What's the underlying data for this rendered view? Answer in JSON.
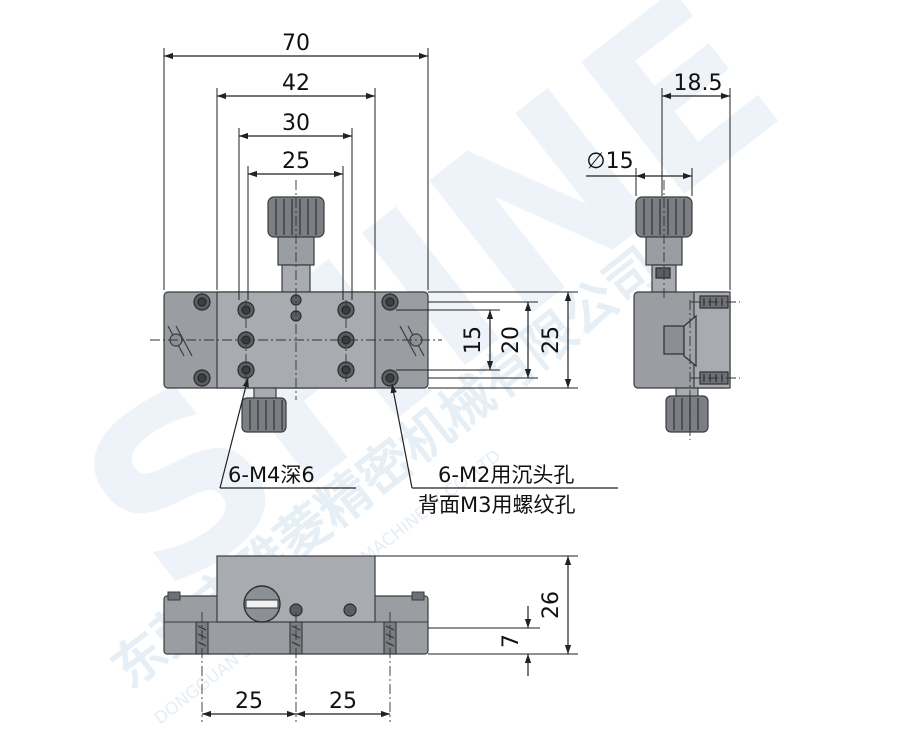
{
  "dimensions": {
    "top_width_70": "70",
    "top_width_42": "42",
    "top_width_30": "30",
    "top_width_25": "25",
    "height_15": "15",
    "height_20": "20",
    "height_25": "25",
    "side_18_5": "18.5",
    "side_dia_15": "∅15",
    "front_height_26": "26",
    "front_height_7": "7",
    "front_pitch_left": "25",
    "front_pitch_right": "25"
  },
  "notes": {
    "note_m4": "6-M4深6",
    "note_m2_line1": "6-M2用沉头孔",
    "note_m2_line2": "背面M3用螺纹孔"
  },
  "watermark": {
    "company_cn": "东莞市雅菱精密机械有限公司",
    "company_en": "DONGGUAN SHINE PRECISION MACHINERY CO.,LTD",
    "logo_letters": "SHINE"
  },
  "colors": {
    "part_body": "#9a9da1",
    "part_dark": "#7b7e82",
    "hole": "#5a5d61",
    "line": "#222222",
    "watermark": "#d9e6f2"
  }
}
